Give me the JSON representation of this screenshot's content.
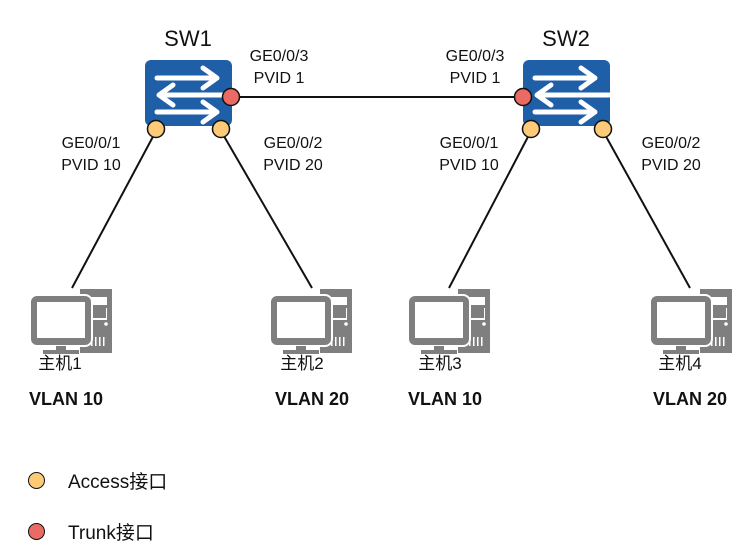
{
  "colors": {
    "switch_blue": "#1f5fa8",
    "access_port": "#fdcb77",
    "trunk_port": "#ea6b63",
    "host_gray": "#7f7f7f",
    "link": "#111111"
  },
  "switches": [
    {
      "name": "SW1",
      "icon": "switch-icon",
      "ports": {
        "trunk": {
          "port": "GE0/0/3",
          "pvid": "PVID 1"
        },
        "left": {
          "port": "GE0/0/1",
          "pvid": "PVID 10"
        },
        "right": {
          "port": "GE0/0/2",
          "pvid": "PVID 20"
        }
      }
    },
    {
      "name": "SW2",
      "icon": "switch-icon",
      "ports": {
        "trunk": {
          "port": "GE0/0/3",
          "pvid": "PVID 1"
        },
        "left": {
          "port": "GE0/0/1",
          "pvid": "PVID 10"
        },
        "right": {
          "port": "GE0/0/2",
          "pvid": "PVID 20"
        }
      }
    }
  ],
  "hosts": [
    {
      "name": "主机1",
      "vlan": "VLAN 10",
      "icon": "computer-icon"
    },
    {
      "name": "主机2",
      "vlan": "VLAN 20",
      "icon": "computer-icon"
    },
    {
      "name": "主机3",
      "vlan": "VLAN 10",
      "icon": "computer-icon"
    },
    {
      "name": "主机4",
      "vlan": "VLAN 20",
      "icon": "computer-icon"
    }
  ],
  "legend": [
    {
      "label": "Access接口",
      "type": "access"
    },
    {
      "label": "Trunk接口",
      "type": "trunk"
    }
  ]
}
